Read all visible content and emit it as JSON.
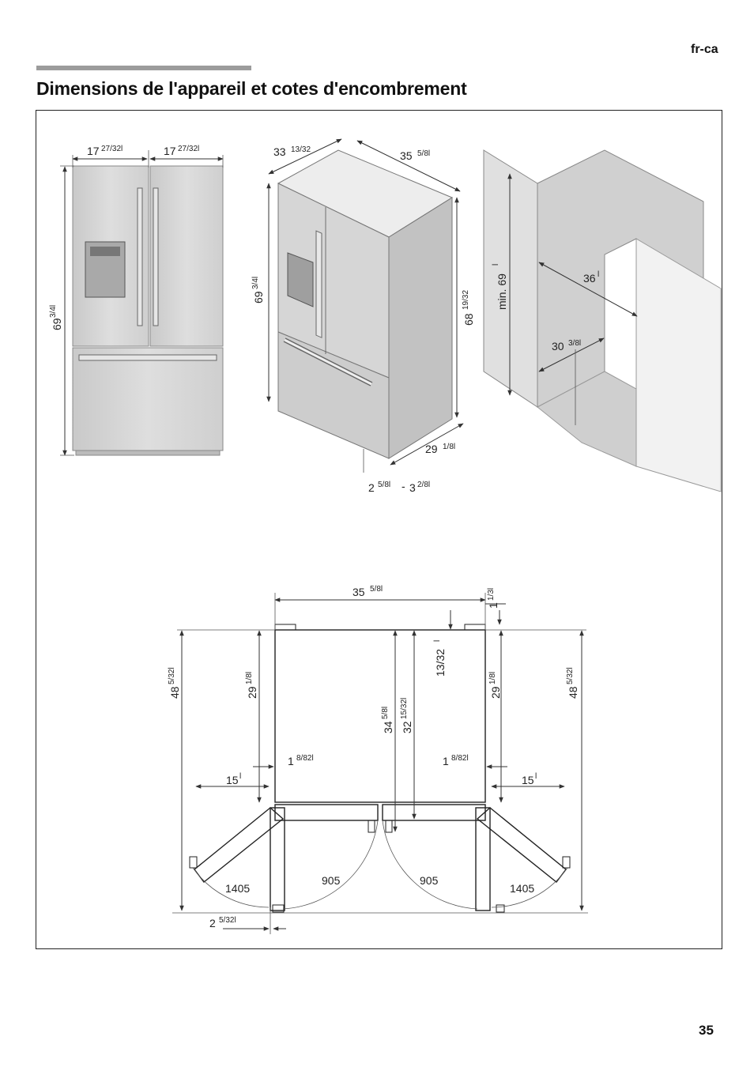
{
  "header": {
    "lang": "fr-ca",
    "title": "Dimensions de l'appareil et cotes d'encombrement"
  },
  "footer": {
    "page_number": "35"
  },
  "dims": {
    "front_w_left": {
      "main": "17",
      "sup": "27/32l"
    },
    "front_w_right": {
      "main": "17",
      "sup": "27/32l"
    },
    "front_h": {
      "main": "69",
      "sup": "3/4l"
    },
    "iso_depth_top": {
      "main": "33",
      "sup": "13/32"
    },
    "iso_width_top": {
      "main": "35",
      "sup": "5/8l"
    },
    "iso_h_left": {
      "main": "69",
      "sup": "3/4l"
    },
    "iso_h_right": {
      "main": "68",
      "sup": "19/32"
    },
    "iso_depth_bottom": {
      "main": "29",
      "sup": "1/8l"
    },
    "iso_feet_a": {
      "main": "2",
      "sup": "5/8l"
    },
    "iso_feet_sep": "-",
    "iso_feet_b": {
      "main": "3",
      "sup": "2/8l"
    },
    "niche_h": {
      "main": "min. 69",
      "sup": "l"
    },
    "niche_w": {
      "main": "36",
      "sup": "l"
    },
    "niche_d": {
      "main": "30",
      "sup": "3/8l"
    },
    "plan_w": {
      "main": "35",
      "sup": "5/8l"
    },
    "plan_top_gap": {
      "main": "1",
      "sup": "1/3l"
    },
    "plan_total_left": {
      "main": "48",
      "sup": "5/32l"
    },
    "plan_total_right": {
      "main": "48",
      "sup": "5/32l"
    },
    "plan_body_left": {
      "main": "29",
      "sup": "1/8l"
    },
    "plan_body_right": {
      "main": "29",
      "sup": "1/8l"
    },
    "plan_open_depth": {
      "main": "34",
      "sup": "5/8l"
    },
    "plan_handle_depth": {
      "main": "32",
      "sup": "15/32l"
    },
    "plan_door_gap": {
      "main": "13/32",
      "sup": "l"
    },
    "plan_hinge_left": {
      "main": "1",
      "sup": "8/82l"
    },
    "plan_hinge_right": {
      "main": "1",
      "sup": "8/82l"
    },
    "plan_side_left": {
      "main": "15",
      "sup": "l"
    },
    "plan_side_right": {
      "main": "15",
      "sup": "l"
    },
    "plan_angle_905_left": "905",
    "plan_angle_905_right": "905",
    "plan_angle_1405_left": "1405",
    "plan_angle_1405_right": "1405",
    "plan_foot": {
      "main": "2",
      "sup": "5/32l"
    }
  }
}
